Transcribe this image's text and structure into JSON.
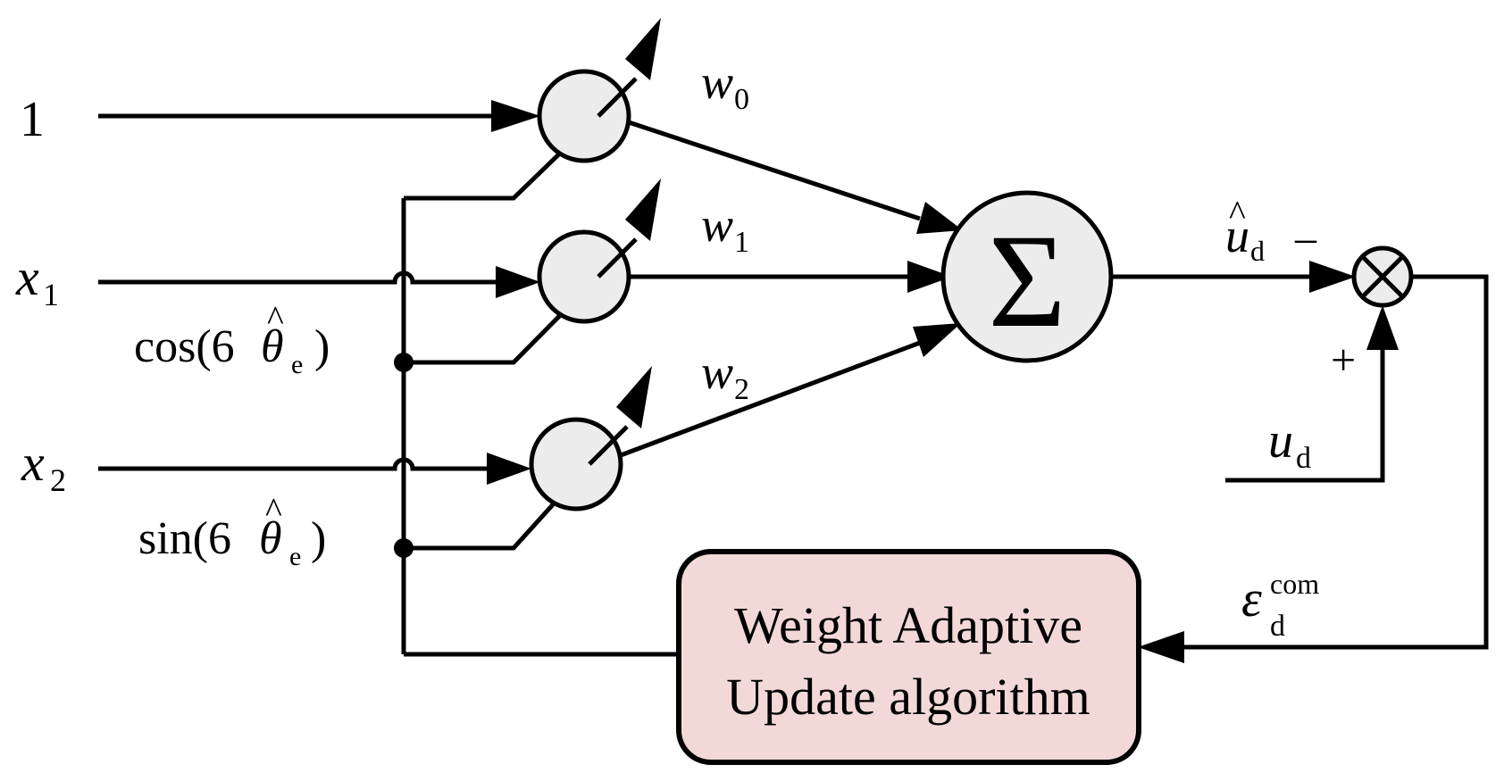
{
  "inputs": {
    "bias_label": "1",
    "x1_var": "x",
    "x1_sub": "1",
    "x2_var": "x",
    "x2_sub": "2",
    "x1_expr_pre": "cos(6",
    "x2_expr_pre": "sin(6",
    "theta_symbol": "θ",
    "theta_hat": "^",
    "theta_sub": "e",
    "expr_close": ")"
  },
  "weights": {
    "var": "w",
    "w0_sub": "0",
    "w1_sub": "1",
    "w2_sub": "2"
  },
  "summer": {
    "symbol": "Σ"
  },
  "comparator": {
    "symbol": "×",
    "estimate_var": "u",
    "estimate_hat": "^",
    "estimate_sub": "d",
    "minus_sign": "–",
    "plus_sign": "+",
    "reference_var": "u",
    "reference_sub": "d"
  },
  "error_signal": {
    "var": "ε",
    "sub": "d",
    "sup": "com"
  },
  "update_block": {
    "line1": "Weight Adaptive",
    "line2": "Update algorithm"
  },
  "colors": {
    "line": "#000000",
    "circle_fill": "#ececec",
    "block_fill": "#f2d9d7"
  }
}
